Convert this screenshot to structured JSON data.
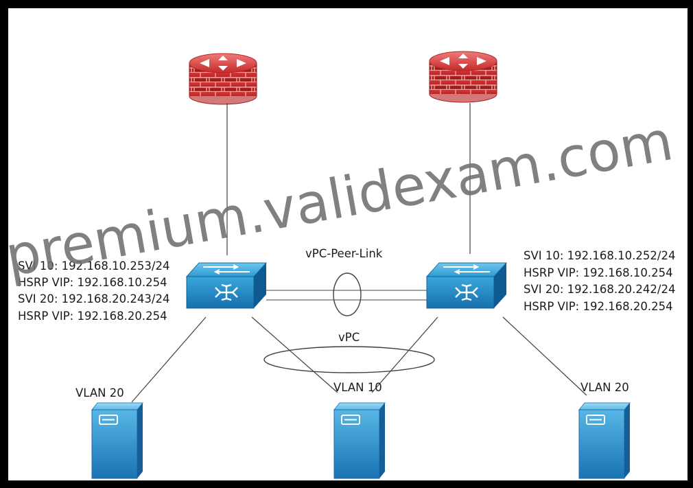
{
  "diagram": {
    "links": {
      "peer_link_label": "vPC-Peer-Link",
      "vpc_label": "vPC"
    },
    "left_switch": {
      "lines": [
        "SVI 10: 192.168.10.253/24",
        "HSRP VIP: 192.168.10.254",
        "SVI 20: 192.168.20.243/24",
        "HSRP VIP: 192.168.20.254"
      ]
    },
    "right_switch": {
      "lines": [
        "SVI 10: 192.168.10.252/24",
        "HSRP VIP: 192.168.10.254",
        "SVI 20: 192.168.20.242/24",
        "HSRP VIP: 192.168.20.254"
      ]
    },
    "servers": [
      {
        "vlan": "VLAN 20"
      },
      {
        "vlan": "VLAN 10"
      },
      {
        "vlan": "VLAN 20"
      }
    ],
    "watermark": "premium.validexam.com"
  }
}
